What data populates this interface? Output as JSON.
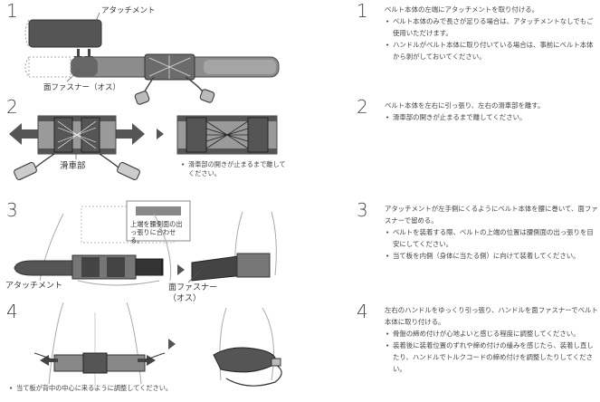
{
  "steps": [
    {
      "number": "1",
      "main": "ベルト本体の左端にアタッチメントを取り付ける。",
      "bullets": [
        "ベルト本体のみで長さが足りる場合は、アタッチメントなしでもご使用いただけます。",
        "ハンドルがベルト本体に取り付いている場合は、事前にベルト本体から剥がしておいてください。"
      ]
    },
    {
      "number": "2",
      "main": "ベルト本体を左右に引っ張り、左右の滑車部を離す。",
      "bullets": [
        "滑車部の開きが止まるまで離してください。"
      ]
    },
    {
      "number": "3",
      "main": "アタッチメントが左手側にくるようにベルト本体を腰に巻いて、面ファスナーで留める。",
      "bullets": [
        "ベルトを装着する際、ベルトの上端の位置は腰側面の出っ張りを目安にしてください。",
        "当て板を内側（身体に当たる側）に向けて装着してください。"
      ]
    },
    {
      "number": "4",
      "main": "左右のハンドルをゆっくり引っ張り、ハンドルを面ファスナーでベルト本体に取り付ける。",
      "bullets": [
        "骨盤の締め付けが心地よいと感じる程度に調整してください。",
        "装着後に装着位置のずれや締め付けの緩みを感じたら、装着し直したり、ハンドルでトルクコードの締め付けを調整したりしてください。"
      ]
    }
  ],
  "figure_labels": {
    "attachment_top": "アタッチメント",
    "male_fastener_1": "面ファスナー（オス）",
    "pulley": "滑車部",
    "fig2_note": "滑車部の開きが止まるまで離してください。",
    "fig3_callout": "上端を腰側面の出っ張りに合わせる。",
    "attachment_3": "アタッチメント",
    "male_fastener_3_line1": "面ファスナー",
    "male_fastener_3_line2": "（オス）",
    "fig4_note": "当て板が背中の中心に来るように調整してください。"
  }
}
